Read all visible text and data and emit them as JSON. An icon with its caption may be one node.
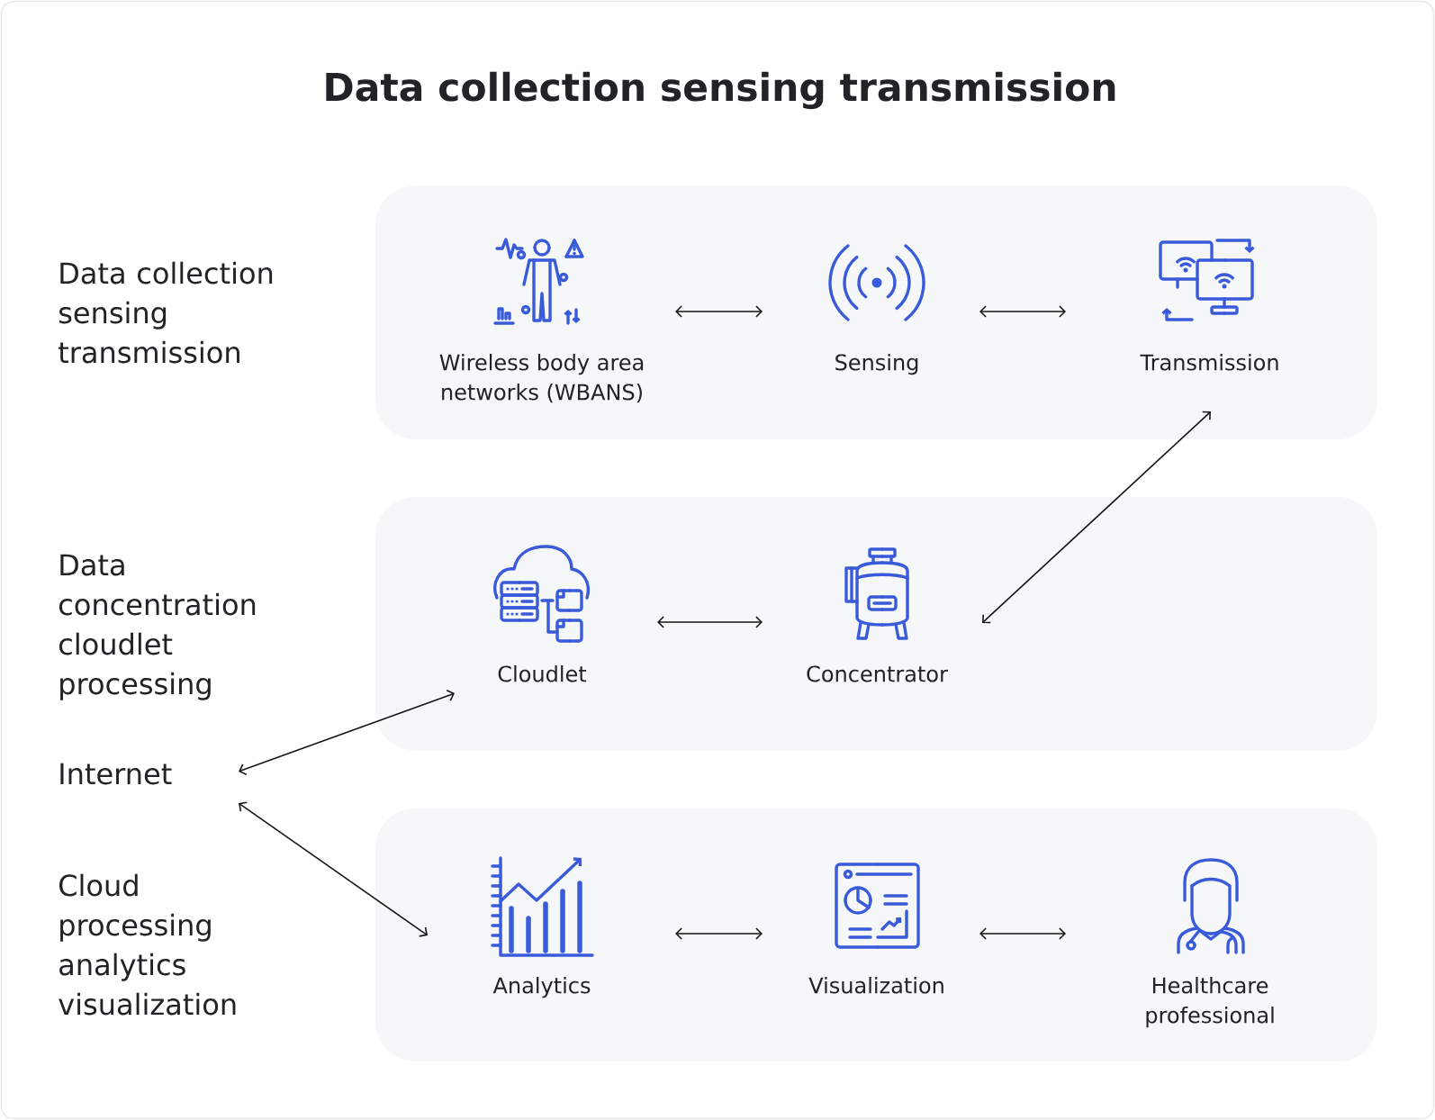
{
  "diagram": {
    "title": "Data collection sensing transmission",
    "nodes": [
      {
        "text": [
          "Data collection sensing transmission"
        ]
      },
      {
        "text": [
          "Wireless body area networks (WBANS)"
        ],
        "in": 0
      },
      {
        "text": [
          "Sensing"
        ],
        "in": 0
      },
      {
        "text": [
          "Transmission"
        ],
        "in": 0
      },
      {
        "text": [
          "Data concentration cloudlet processing"
        ]
      },
      {
        "text": [
          "Cloudlet"
        ],
        "in": 4
      },
      {
        "text": [
          "Concentrator"
        ],
        "in": 4
      },
      {
        "text": [
          "Internet"
        ]
      },
      {
        "text": [
          "Cloud processing analytics visualization"
        ]
      },
      {
        "text": [
          "Analytics"
        ],
        "in": 8
      },
      {
        "text": [
          "Visualization"
        ],
        "in": 8
      },
      {
        "text": [
          "Healthcare professional"
        ],
        "in": 8
      }
    ],
    "edges": [
      {
        "from": 1,
        "to": 2,
        "arrow": "both"
      },
      {
        "from": 2,
        "to": 3,
        "arrow": "both"
      },
      {
        "from": 3,
        "to": 6,
        "arrow": "both"
      },
      {
        "from": 5,
        "to": 6,
        "arrow": "both"
      },
      {
        "from": 7,
        "to": 5,
        "arrow": "both"
      },
      {
        "from": 7,
        "to": 9,
        "arrow": "both"
      },
      {
        "from": 9,
        "to": 10,
        "arrow": "both"
      },
      {
        "from": 10,
        "to": 11,
        "arrow": "both"
      }
    ]
  }
}
